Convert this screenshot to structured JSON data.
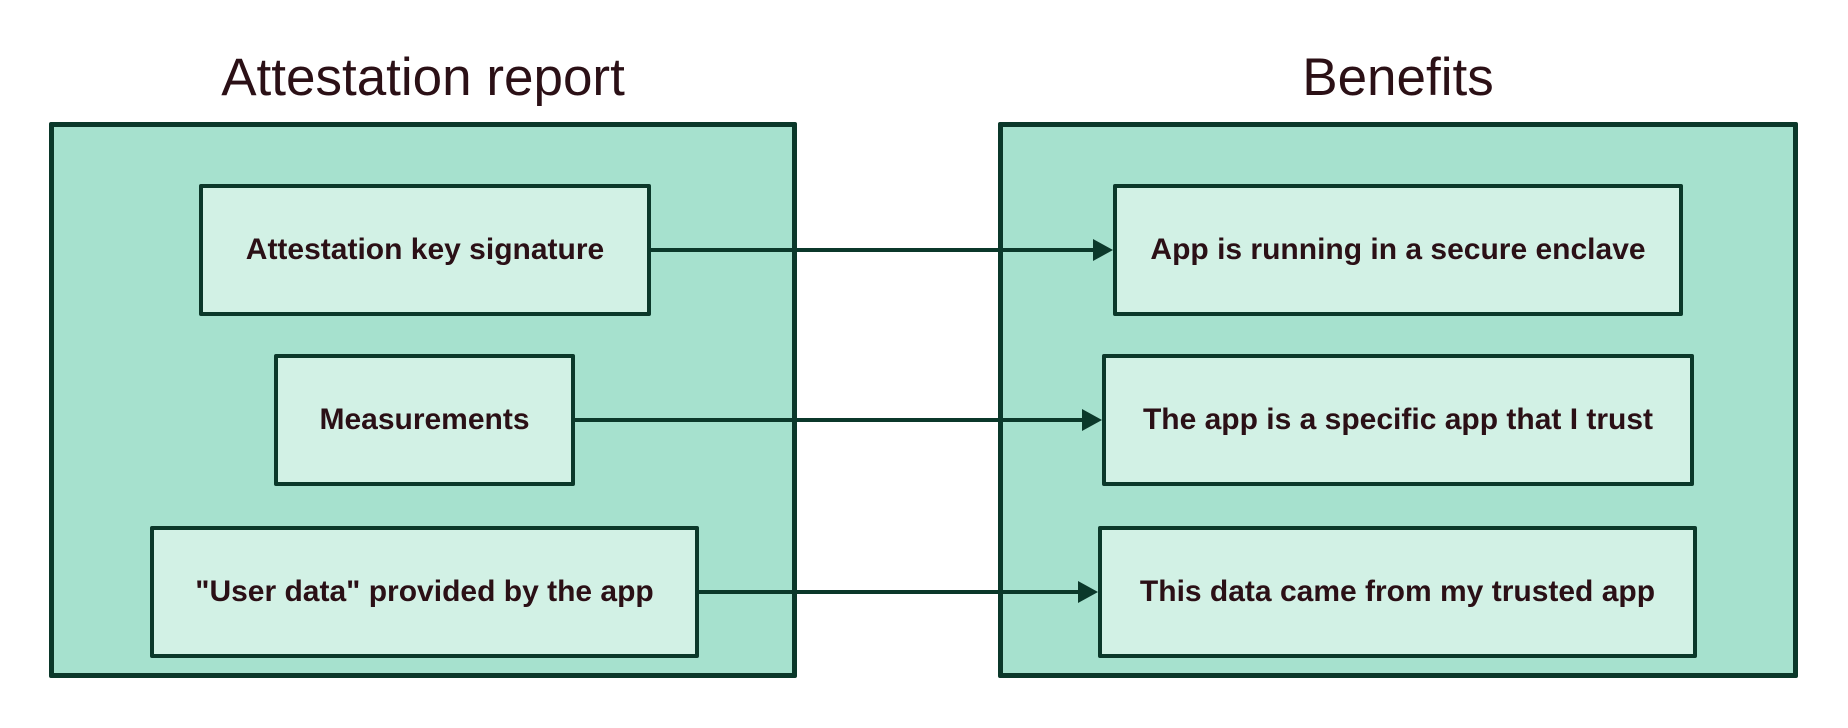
{
  "diagram": {
    "colors": {
      "panel_fill": "#a6e1ce",
      "box_fill": "#d2f1e5",
      "line": "#0b382a",
      "text": "#2b1016",
      "page_bg": "#ffffff"
    },
    "attestation": {
      "title": "Attestation report",
      "items": [
        {
          "label": "Attestation key signature"
        },
        {
          "label": "Measurements"
        },
        {
          "label": "\"User data\" provided by the app"
        }
      ]
    },
    "benefits": {
      "title": "Benefits",
      "items": [
        {
          "label": "App is running in a secure enclave"
        },
        {
          "label": "The app is a specific app that I trust"
        },
        {
          "label": "This data came from my trusted app"
        }
      ]
    }
  }
}
